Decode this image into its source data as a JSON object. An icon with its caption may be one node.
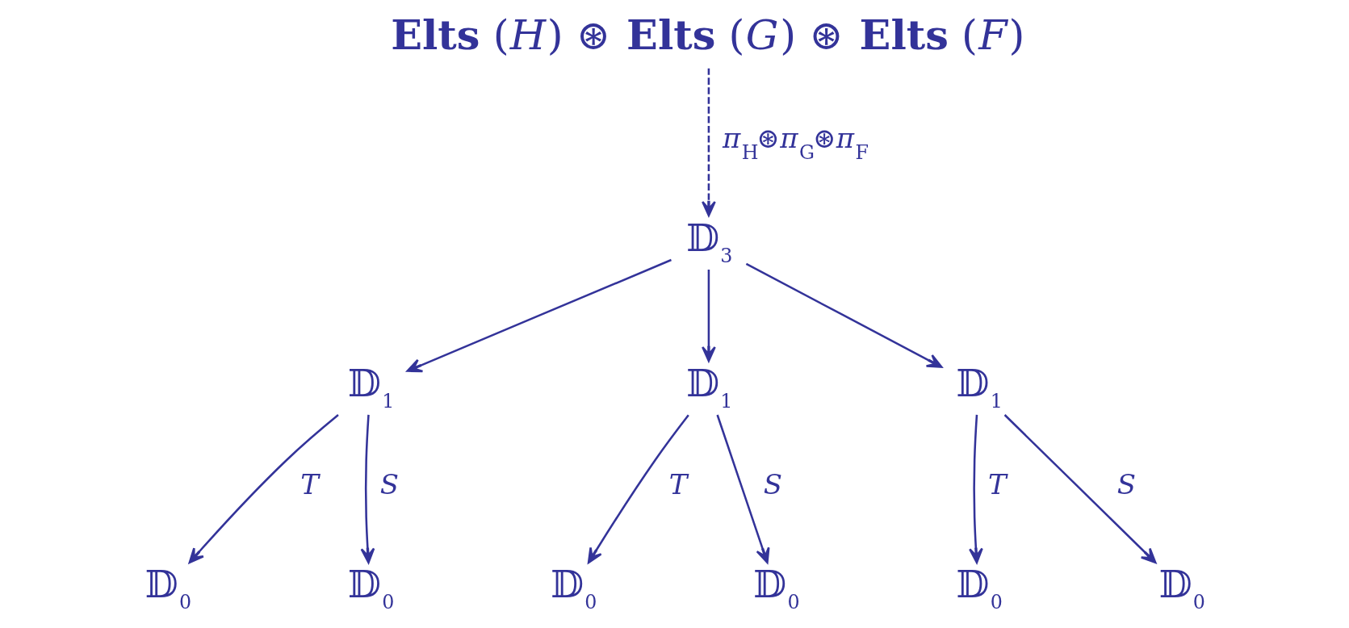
{
  "diagram": {
    "nodes": [
      {
        "text": [
          "**Elts** (*H*) ⊛ **Elts** (*G*) ⊛ **Elts** (*F*)"
        ]
      },
      {
        "text": [
          "𝔻$_{3}$"
        ]
      },
      {
        "text": [
          "𝔻$_{1}$"
        ]
      },
      {
        "text": [
          "𝔻$_{1}$"
        ]
      },
      {
        "text": [
          "𝔻$_{1}$"
        ]
      },
      {
        "text": [
          "𝔻$_{0}$"
        ]
      },
      {
        "text": [
          "𝔻$_{0}$"
        ]
      },
      {
        "text": [
          "𝔻$_{0}$"
        ]
      },
      {
        "text": [
          "𝔻$_{0}$"
        ]
      },
      {
        "text": [
          "𝔻$_{0}$"
        ]
      },
      {
        "text": [
          "𝔻$_{0}$"
        ]
      }
    ],
    "edges": [
      {
        "from": 0,
        "to": 1,
        "arrow": "to",
        "style": "dashed",
        "label": "*π*$_{H}$⊛*π*$_{G}$⊛*π*$_{F}$"
      },
      {
        "from": 1,
        "to": 2,
        "arrow": "to"
      },
      {
        "from": 1,
        "to": 3,
        "arrow": "to"
      },
      {
        "from": 1,
        "to": 4,
        "arrow": "to"
      },
      {
        "from": 2,
        "to": 5,
        "arrow": "to",
        "label": "*T*"
      },
      {
        "from": 2,
        "to": 6,
        "arrow": "to",
        "label": "*S*"
      },
      {
        "from": 3,
        "to": 7,
        "arrow": "to",
        "label": "*T*"
      },
      {
        "from": 3,
        "to": 8,
        "arrow": "to",
        "label": "*S*"
      },
      {
        "from": 4,
        "to": 9,
        "arrow": "to",
        "label": "*T*"
      },
      {
        "from": 4,
        "to": 10,
        "arrow": "to",
        "label": "*S*"
      }
    ]
  }
}
